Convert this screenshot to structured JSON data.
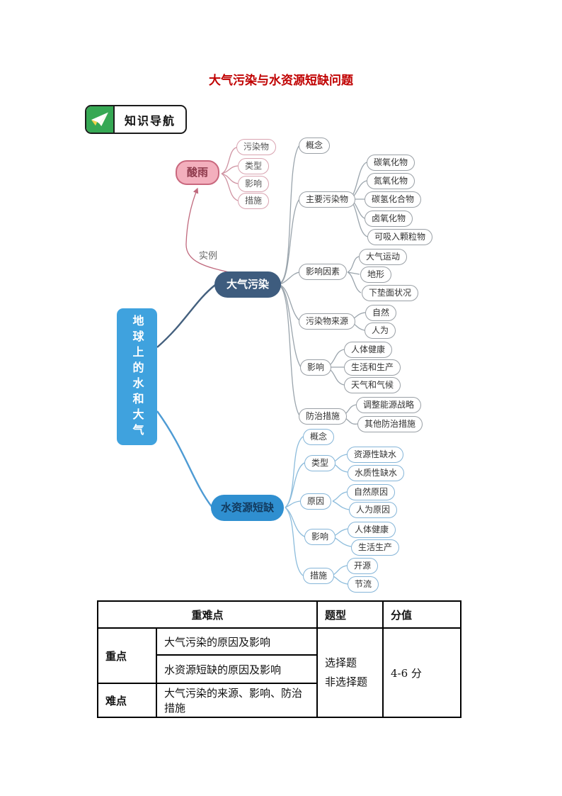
{
  "page": {
    "title": "大气污染与水资源短缺问题",
    "badge": {
      "label": "知识导航"
    }
  },
  "colors": {
    "title_red": "#C00000",
    "badge_green": "#36A854",
    "root_blue": "#3FA2DE",
    "air_navy": "#3E5C7E",
    "water_blue": "#2F8FD0",
    "acid_pink": "#F3AFBD",
    "acid_border": "#C9687E"
  },
  "mindmap": {
    "root": {
      "label": "地球上的水和大气"
    },
    "acid_rain": {
      "label": "酸雨",
      "edge_label": "实例",
      "children": [
        "污染物",
        "类型",
        "影响",
        "措施"
      ]
    },
    "air_pollution": {
      "label": "大气污染",
      "children": [
        {
          "label": "概念",
          "children": []
        },
        {
          "label": "主要污染物",
          "children": [
            "碳氧化物",
            "氮氧化物",
            "碳氢化合物",
            "卤氧化物",
            "可吸入颗粒物"
          ]
        },
        {
          "label": "影响因素",
          "children": [
            "大气运动",
            "地形",
            "下垫面状况"
          ]
        },
        {
          "label": "污染物来源",
          "children": [
            "自然",
            "人为"
          ]
        },
        {
          "label": "影响",
          "children": [
            "人体健康",
            "生活和生产",
            "天气和气候"
          ]
        },
        {
          "label": "防治措施",
          "children": [
            "调整能源战略",
            "其他防治措施"
          ]
        }
      ]
    },
    "water_shortage": {
      "label": "水资源短缺",
      "children": [
        {
          "label": "概念",
          "children": []
        },
        {
          "label": "类型",
          "children": [
            "资源性缺水",
            "水质性缺水"
          ]
        },
        {
          "label": "原因",
          "children": [
            "自然原因",
            "人为原因"
          ]
        },
        {
          "label": "影响",
          "children": [
            "人体健康",
            "生活生产"
          ]
        },
        {
          "label": "措施",
          "children": [
            "开源",
            "节流"
          ]
        }
      ]
    }
  },
  "table": {
    "headers": [
      "重难点",
      "题型",
      "分值"
    ],
    "rows": {
      "key_label": "重点",
      "key_items": [
        "大气污染的原因及影响",
        "水资源短缺的原因及影响"
      ],
      "difficult_label": "难点",
      "difficult_item": "大气污染的来源、影响、防治措施",
      "question_types": [
        "选择题",
        "非选择题"
      ],
      "score": "4-6 分"
    }
  }
}
